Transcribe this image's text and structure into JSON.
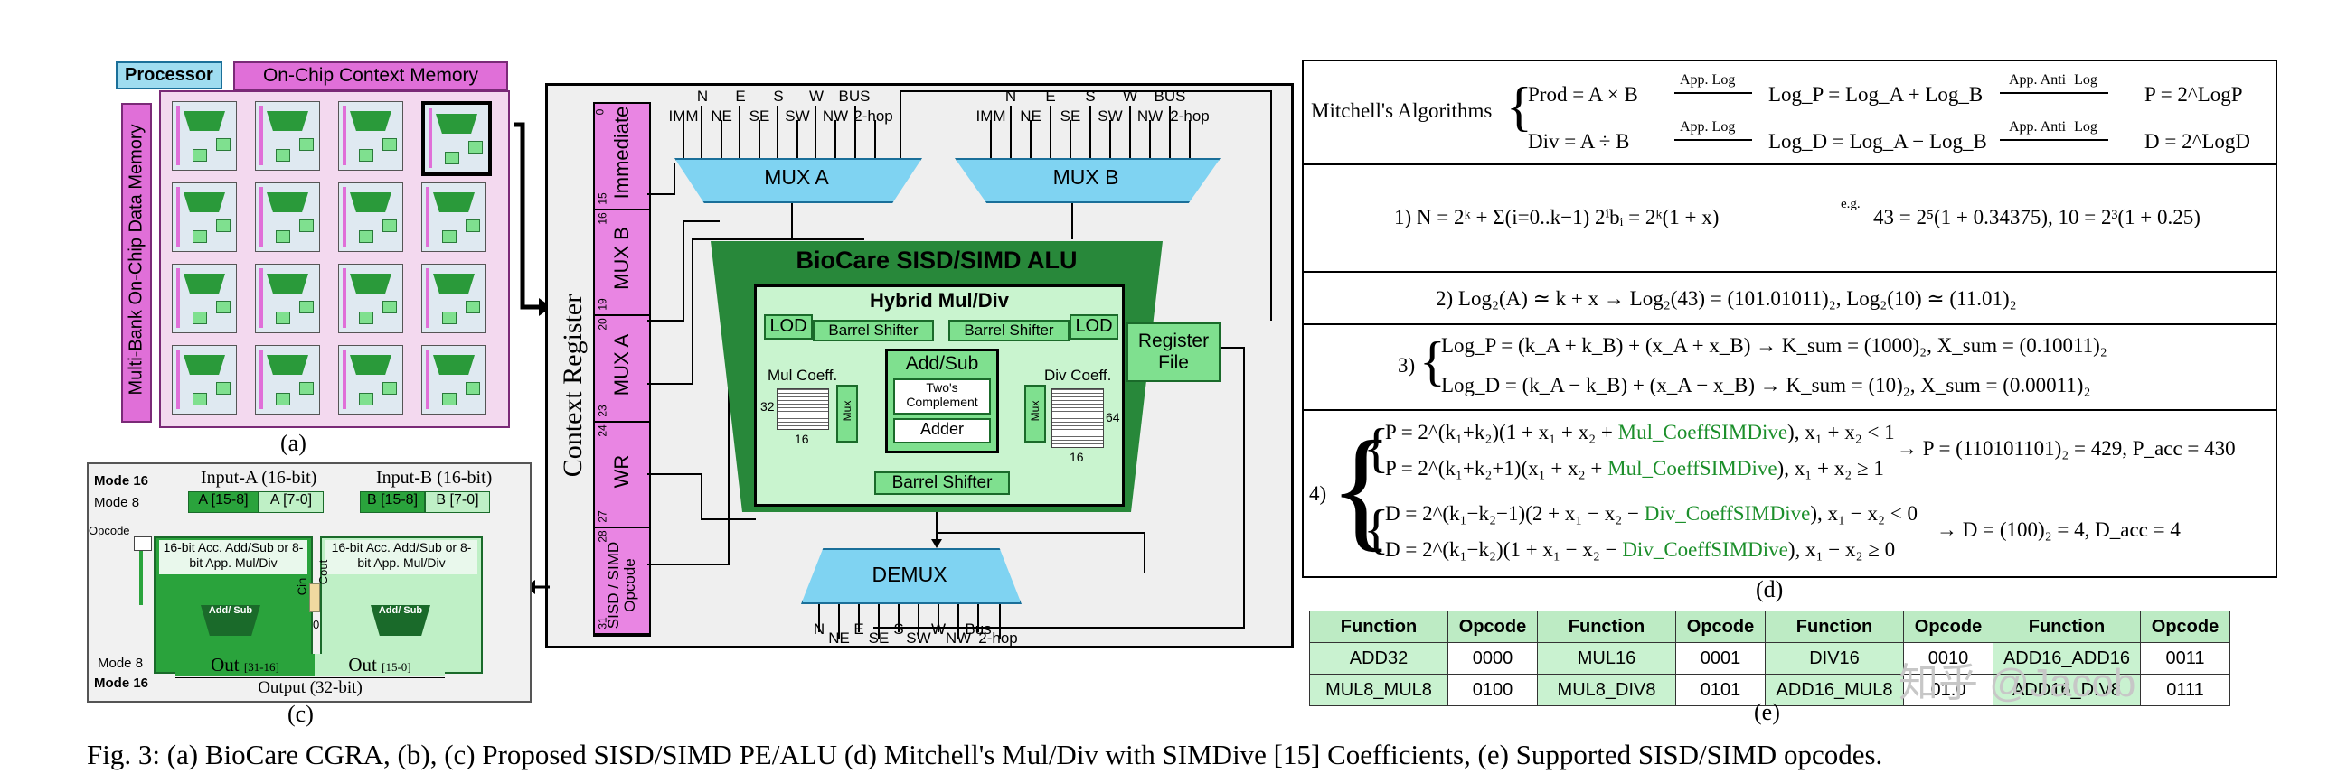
{
  "panel_a": {
    "processor_label": "Processor",
    "context_memory_label": "On-Chip Context Memory",
    "data_memory_label": "Multi-Bank On-Chip Data Memory",
    "label": "(a)"
  },
  "panel_b": {
    "context_register_label": "Context Register",
    "context_fields": [
      {
        "bit": "0",
        "name": "Immediate"
      },
      {
        "bit": "15",
        "name": ""
      },
      {
        "bit": "16",
        "name": "MUX B"
      },
      {
        "bit": "19",
        "name": ""
      },
      {
        "bit": "20",
        "name": "MUX A"
      },
      {
        "bit": "23",
        "name": ""
      },
      {
        "bit": "24",
        "name": "WR"
      },
      {
        "bit": "27",
        "name": ""
      },
      {
        "bit": "28",
        "name": "SISD / SIMD Opcode"
      },
      {
        "bit": "31",
        "name": ""
      }
    ],
    "mux_a_inputs": [
      "IMM",
      "N",
      "NE",
      "E",
      "SE",
      "S",
      "SW",
      "W",
      "NW",
      "BUS",
      "2-hop"
    ],
    "mux_b_inputs": [
      "IMM",
      "N",
      "NE",
      "E",
      "SE",
      "S",
      "SW",
      "W",
      "NW",
      "BUS",
      "2-hop"
    ],
    "mux_a_label": "MUX A",
    "mux_b_label": "MUX B",
    "alu_title": "BioCare SISD/SIMD ALU",
    "hybrid_title": "Hybrid Mul/Div",
    "lod_left": "LOD",
    "lod_right": "LOD",
    "barrel_left": "Barrel Shifter",
    "barrel_right": "Barrel Shifter",
    "addsub_label": "Add/Sub",
    "twos_label": "Two's Complement",
    "adder_label": "Adder",
    "mul_coeff_label": "Mul Coeff.",
    "div_coeff_label": "Div Coeff.",
    "mux_small": "Mux",
    "mul_width": "32",
    "mul_depth": "16",
    "div_width": "64",
    "div_depth": "16",
    "barrel_bottom": "Barrel Shifter",
    "register_file": "Register File",
    "demux_label": "DEMUX",
    "demux_outputs": [
      "N",
      "NE",
      "E",
      "SE",
      "S",
      "SW",
      "W",
      "NW",
      "Bus",
      "2-hop"
    ]
  },
  "panel_c": {
    "mode16_top": "Mode 16",
    "mode8_top": "Mode 8",
    "opcode": "Opcode",
    "input_a": "Input-A (16-bit)",
    "input_b": "Input-B (16-bit)",
    "a_hi": "A [15-8]",
    "a_lo": "A [7-0]",
    "b_hi": "B [15-8]",
    "b_lo": "B [7-0]",
    "unit_left": "16-bit Acc. Add/Sub or 8-bit App. Mul/Div",
    "unit_right": "16-bit Acc. Add/Sub or 8-bit App. Mul/Div",
    "addsub": "Add/ Sub",
    "cin": "Cin",
    "cout": "Cout",
    "zero": "0",
    "mode8_bottom": "Mode 8",
    "mode16_bottom": "Mode 16",
    "out_hi": "Out",
    "out_hi_range": "[31-16]",
    "out_lo": "Out",
    "out_lo_range": "[15-0]",
    "output_label": "Output (32-bit)",
    "label": "(c)"
  },
  "panel_d": {
    "row0_title": "Mitchell's Algorithms",
    "row0_prod": "Prod = A × B",
    "row0_div": "Div = A ÷ B",
    "app_log": "App. Log",
    "app_antilog": "App. Anti−Log",
    "row0_logp": "Log_P = Log_A + Log_B",
    "row0_logd": "Log_D = Log_A − Log_B",
    "row0_p": "P = 2^LogP",
    "row0_d": "D = 2^LogD",
    "row1": "1) N = 2ᵏ + Σ(i=0..k−1) 2ⁱbᵢ = 2ᵏ(1 + x)",
    "row1_eg": "e.g.",
    "row1_ex": "43 = 2⁵(1 + 0.34375),   10 = 2³(1 + 0.25)",
    "row2": "2) Log₂(A) ≃ k + x →   Log₂(43) = (101.01011)₂,   Log₂(10) ≃ (11.01)₂",
    "row3_label": "3)",
    "row3_a": "Log_P = (k_A + k_B) + (x_A + x_B)   →   K_sum = (1000)₂,   X_sum = (0.10011)₂",
    "row3_b": "Log_D = (k_A − k_B) + (x_A − x_B)   →   K_sum = (10)₂,   X_sum = (0.00011)₂",
    "row4_label": "4)",
    "row4_p1": "P = 2^(k₁+k₂)(1 + x₁ + x₂ + ",
    "row4_p1_g": "Mul_CoeffSIMDive",
    "row4_p1_end": "),  x₁ + x₂ < 1",
    "row4_p2": "P = 2^(k₁+k₂+1)(x₁ + x₂ + ",
    "row4_p2_g": "Mul_CoeffSIMDive",
    "row4_p2_end": "),   x₁ + x₂ ≥ 1",
    "row4_p_res": "→ P = (110101101)₂ = 429,  P_acc = 430",
    "row4_d1": "D = 2^(k₁−k₂−1)(2 + x₁ − x₂ − ",
    "row4_d1_g": "Div_CoeffSIMDive",
    "row4_d1_end": "),   x₁ − x₂ < 0",
    "row4_d2": "D = 2^(k₁−k₂)(1 + x₁ − x₂ − ",
    "row4_d2_g": "Div_CoeffSIMDive",
    "row4_d2_end": "),       x₁ − x₂ ≥ 0",
    "row4_d_res": "→   D = (100)₂ = 4,     D_acc = 4",
    "label": "(d)"
  },
  "panel_e": {
    "headers": [
      "Function",
      "Opcode",
      "Function",
      "Opcode",
      "Function",
      "Opcode",
      "Function",
      "Opcode"
    ],
    "rows": [
      [
        "ADD32",
        "0000",
        "MUL16",
        "0001",
        "DIV16",
        "0010",
        "ADD16_ADD16",
        "0011"
      ],
      [
        "MUL8_MUL8",
        "0100",
        "MUL8_DIV8",
        "0101",
        "ADD16_MUL8",
        "01.0",
        "ADD16_DIV8",
        "0111"
      ]
    ],
    "label": "(e)"
  },
  "caption": "Fig. 3: (a) BioCare CGRA, (b), (c) Proposed SISD/SIMD PE/ALU (d) Mitchell's Mul/Div with SIMDive [15] Coefficients, (e) Supported SISD/SIMD opcodes.",
  "watermark": "知乎 @Jacob"
}
